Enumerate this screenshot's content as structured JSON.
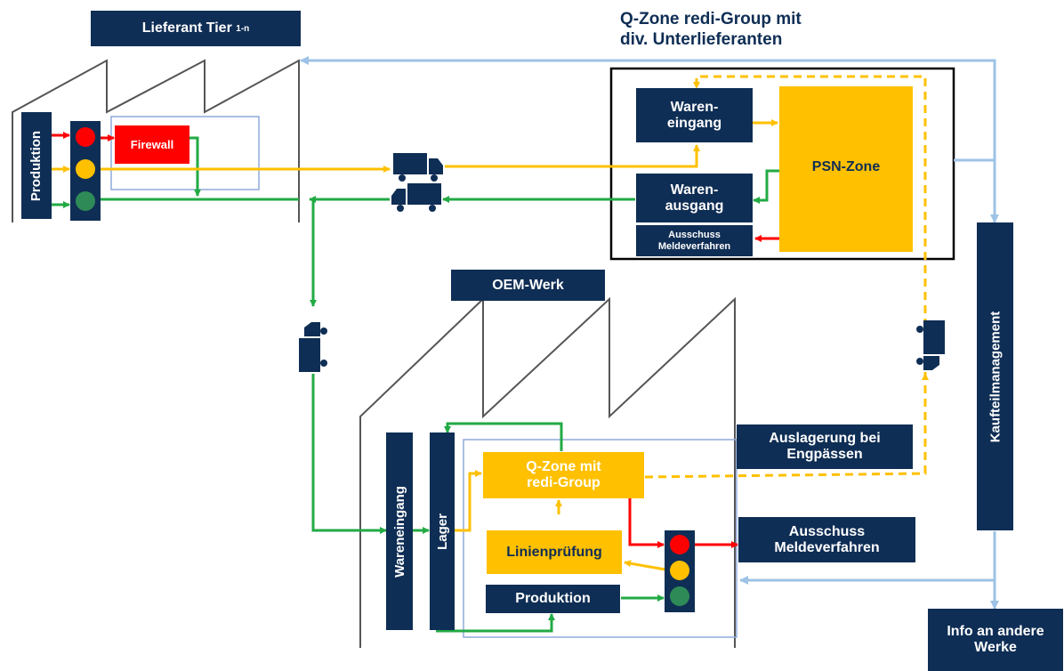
{
  "title": {
    "line1": "Q-Zone redi-Group mit",
    "line2": "div. Unterlieferanten"
  },
  "supplier": {
    "label": "Lieferant Tier",
    "label_sup": "1-n",
    "production": "Produktion",
    "firewall": "Firewall"
  },
  "qzone_supplier": {
    "wareneingang": "Waren-\neingang",
    "warenausgang": "Waren-\nausgang",
    "ausschuss": "Ausschuss\nMeldeverfahren",
    "psn": "PSN-Zone"
  },
  "oem": {
    "label": "OEM-Werk",
    "wareneingang": "Wareneingang",
    "lager": "Lager",
    "qzone": "Q-Zone mit\nredi-Group",
    "linienpruefung": "Linienprüfung",
    "produktion": "Produktion"
  },
  "side_labels": {
    "auslagerung": "Auslagerung bei\nEngpässen",
    "ausschuss": "Ausschuss\nMeldeverfahren",
    "kaufteil": "Kaufteilmanagement",
    "info": "Info an andere\nWerke"
  },
  "colors": {
    "navy": "#0f2e55",
    "yellow": "#ffc000",
    "red": "#ff0000",
    "green": "#22aa44",
    "light_blue": "#9dc3e6",
    "lamp_green": "#2e8b57"
  },
  "icons": [
    "truck-icon",
    "traffic-light-icon",
    "factory-outline-icon"
  ]
}
